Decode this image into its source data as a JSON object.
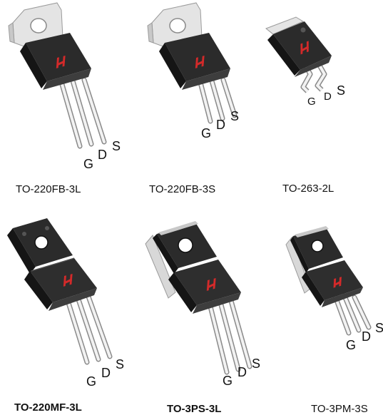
{
  "colors": {
    "body": "#2b2b2b",
    "body_dark": "#151515",
    "body_light": "#3d3d3d",
    "tab": "#e4e4e4",
    "tab_edge": "#9a9a9a",
    "lead": "#f2f2f2",
    "lead_edge": "#8a8a8a",
    "logo": "#d32a2a"
  },
  "packages": [
    {
      "label": "TO-220FB-3L",
      "pins": [
        "G",
        "D",
        "S"
      ],
      "icon": "to220-through-hole-long-leads"
    },
    {
      "label": "TO-220FB-3S",
      "pins": [
        "G",
        "D",
        "S"
      ],
      "icon": "to220-through-hole-short-leads"
    },
    {
      "label": "TO-263-2L",
      "pins": [
        "G",
        "D",
        "S"
      ],
      "icon": "d2pak-surface-mount"
    },
    {
      "label": "TO-220MF-3L",
      "pins": [
        "G",
        "D",
        "S"
      ],
      "icon": "to220-fullpack"
    },
    {
      "label": "TO-3PS-3L",
      "pins": [
        "G",
        "D",
        "S"
      ],
      "icon": "to3p-fullpack"
    },
    {
      "label": "TO-3PM-3S",
      "pins": [
        "G",
        "D",
        "S"
      ],
      "icon": "to3p-mini"
    }
  ]
}
